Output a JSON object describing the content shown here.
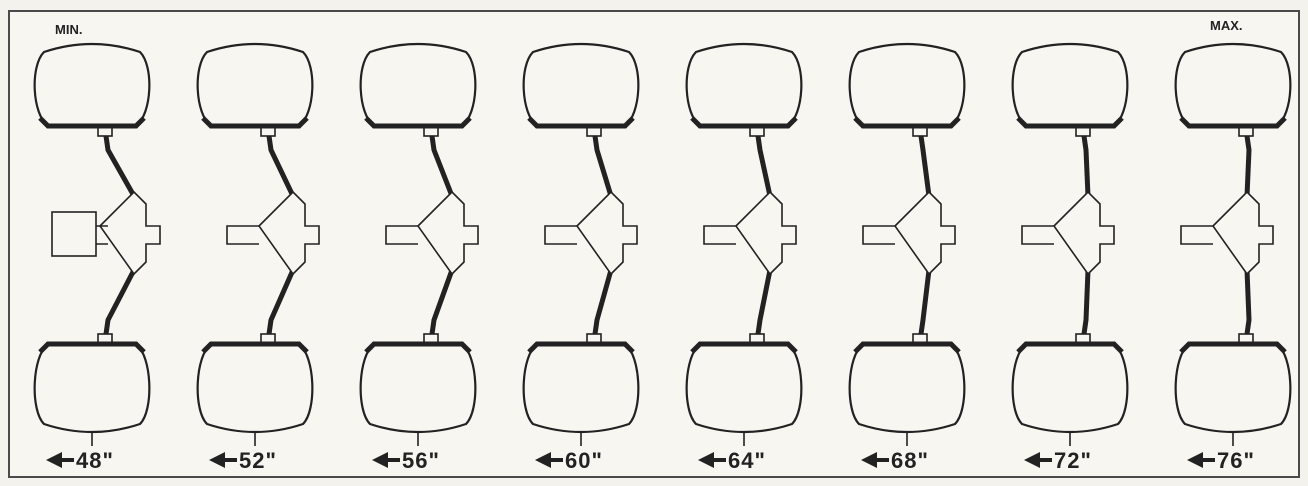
{
  "diagram": {
    "min_label": "MIN.",
    "max_label": "MAX.",
    "settings": [
      {
        "width_label": "48\"",
        "spacer": "large"
      },
      {
        "width_label": "52\"",
        "spacer": "small"
      },
      {
        "width_label": "56\"",
        "spacer": "small"
      },
      {
        "width_label": "60\"",
        "spacer": "small"
      },
      {
        "width_label": "64\"",
        "spacer": "small"
      },
      {
        "width_label": "68\"",
        "spacer": "small"
      },
      {
        "width_label": "72\"",
        "spacer": "small"
      },
      {
        "width_label": "76\"",
        "spacer": "small"
      }
    ],
    "colors": {
      "line": "#222222",
      "background": "#f7f6f1",
      "frame": "#4a4a4a"
    },
    "icon": "left-arrow-icon"
  }
}
